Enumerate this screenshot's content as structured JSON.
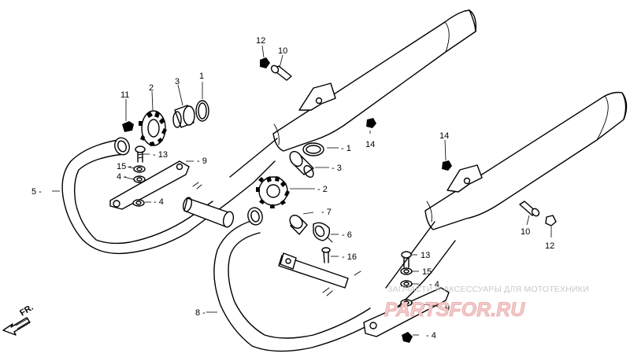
{
  "diagram": {
    "labels": {
      "p1_upper": "1",
      "p1_lower": "1",
      "p2_upper": "2",
      "p2_lower": "2",
      "p3_upper": "3",
      "p3_lower": "3",
      "p4_upper_a": "4",
      "p4_upper_b": "4",
      "p4_lower_a": "4",
      "p4_lower_b": "4",
      "p5": "5",
      "p6": "6",
      "p7": "7",
      "p8": "8",
      "p9_upper": "9",
      "p9_lower": "9",
      "p10_upper": "10",
      "p10_lower": "10",
      "p11": "11",
      "p12_upper": "12",
      "p12_lower": "12",
      "p13_upper": "13",
      "p13_lower": "13",
      "p14_upper": "14",
      "p14_lower": "14",
      "p15_upper": "15",
      "p15_lower": "15",
      "p16": "16"
    },
    "front_marker": "FR.",
    "watermark": {
      "caption": "ЗАПЧАСТИ И АКСЕССУАРЫ ДЛЯ МОТОТЕХНИКИ",
      "logo": "PARTSFOR.RU"
    }
  }
}
